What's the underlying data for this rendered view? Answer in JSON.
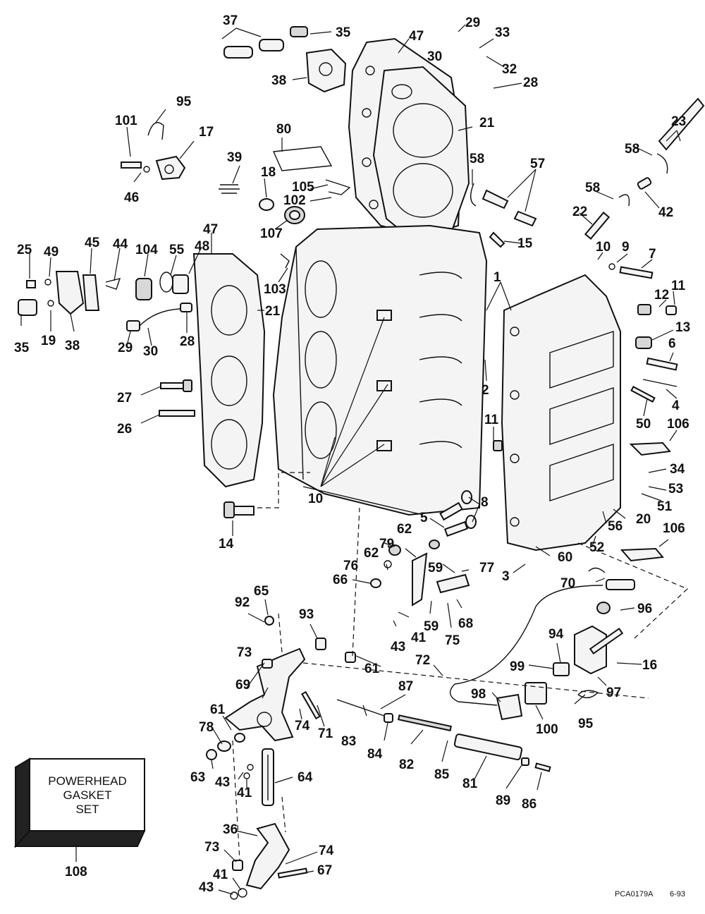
{
  "labels": [
    "1",
    "2",
    "3",
    "4",
    "5",
    "6",
    "7",
    "8",
    "9",
    "10",
    "11",
    "12",
    "13",
    "14",
    "15",
    "16",
    "17",
    "18",
    "19",
    "20",
    "21",
    "22",
    "23",
    "25",
    "26",
    "27",
    "28",
    "29",
    "30",
    "32",
    "33",
    "34",
    "35",
    "36",
    "37",
    "38",
    "39",
    "41",
    "42",
    "43",
    "44",
    "45",
    "46",
    "47",
    "48",
    "49",
    "50",
    "51",
    "52",
    "53",
    "55",
    "56",
    "57",
    "58",
    "59",
    "60",
    "61",
    "62",
    "63",
    "64",
    "65",
    "66",
    "67",
    "68",
    "69",
    "70",
    "71",
    "72",
    "73",
    "74",
    "75",
    "76",
    "77",
    "78",
    "79",
    "80",
    "81",
    "82",
    "83",
    "84",
    "85",
    "86",
    "87",
    "89",
    "92",
    "93",
    "94",
    "95",
    "96",
    "97",
    "98",
    "99",
    "100",
    "101",
    "102",
    "103",
    "104",
    "105",
    "106",
    "107",
    "108"
  ],
  "gasket_box": {
    "line1": "POWERHEAD",
    "line2": "GASKET",
    "line3": "SET",
    "number": "108"
  },
  "drawing_code": "PCA0179A",
  "drawing_date": "6-93"
}
